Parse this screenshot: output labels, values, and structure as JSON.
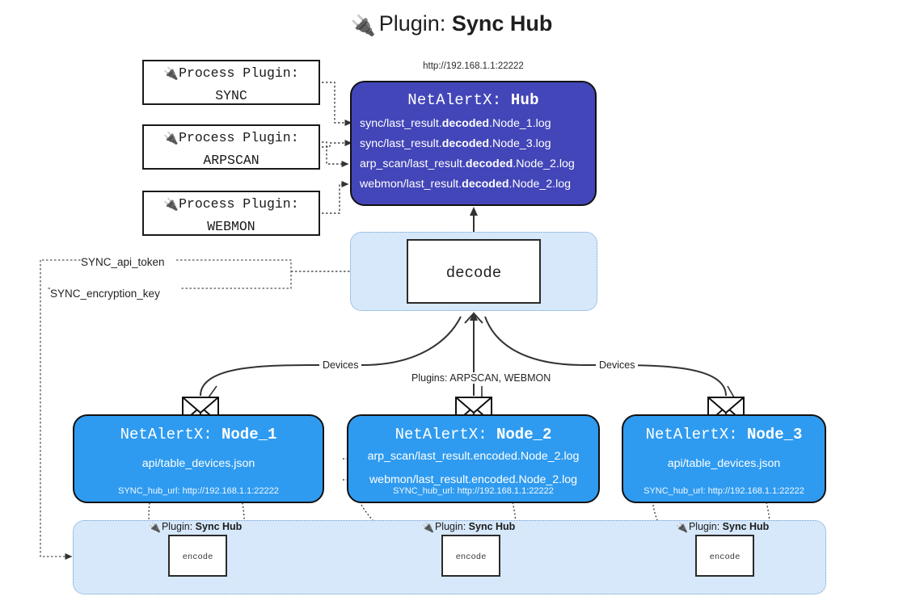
{
  "title": {
    "icon": "plug-icon",
    "prefix": "Plugin: ",
    "name": "Sync Hub"
  },
  "hub": {
    "url": "http://192.168.1.1:22222",
    "label_prefix": "NetAlertX: ",
    "label_name": "Hub",
    "logs": [
      {
        "pre": "sync/last_result.",
        "mid": "decoded",
        "post": ".Node_1.log"
      },
      {
        "pre": "sync/last_result.",
        "mid": "decoded",
        "post": ".Node_3.log"
      },
      {
        "pre": "arp_scan/last_result.",
        "mid": "decoded",
        "post": ".Node_2.log"
      },
      {
        "pre": "webmon/last_result.",
        "mid": "decoded",
        "post": ".Node_2.log"
      }
    ]
  },
  "process_plugins": [
    {
      "icon": "plug-icon",
      "line1": "Process Plugin:",
      "line2": "SYNC"
    },
    {
      "icon": "plug-icon",
      "line1": "Process Plugin:",
      "line2": "ARPSCAN"
    },
    {
      "icon": "plug-icon",
      "line1": "Process Plugin:",
      "line2": "WEBMON"
    }
  ],
  "decode": {
    "label": "decode"
  },
  "keys": [
    {
      "label": "SYNC_api_token"
    },
    {
      "label": "SYNC_encryption_key"
    }
  ],
  "edge_labels": {
    "left": "Devices",
    "middle": "Plugins: ARPSCAN, WEBMON",
    "right": "Devices"
  },
  "nodes": [
    {
      "icon": "envelope-icon",
      "label_prefix": "NetAlertX: ",
      "label_name": "Node_1",
      "lines": [
        "api/table_devices.json"
      ],
      "hub_url": "SYNC_hub_url: http://192.168.1.1:22222"
    },
    {
      "icon": "envelope-icon",
      "label_prefix": "NetAlertX: ",
      "label_name": "Node_2",
      "lines": [
        "arp_scan/last_result.encoded.Node_2.log",
        "webmon/last_result.encoded.Node_2.log"
      ],
      "hub_url": "SYNC_hub_url: http://192.168.1.1:22222"
    },
    {
      "icon": "envelope-icon",
      "label_prefix": "NetAlertX: ",
      "label_name": "Node_3",
      "lines": [
        "api/table_devices.json"
      ],
      "hub_url": "SYNC_hub_url: http://192.168.1.1:22222"
    }
  ],
  "encode_panels": [
    {
      "icon": "plug-icon",
      "label_prefix": "Plugin: ",
      "label_name": "Sync Hub",
      "box": "encode"
    },
    {
      "icon": "plug-icon",
      "label_prefix": "Plugin: ",
      "label_name": "Sync Hub",
      "box": "encode"
    },
    {
      "icon": "plug-icon",
      "label_prefix": "Plugin: ",
      "label_name": "Sync Hub",
      "box": "encode"
    }
  ],
  "colors": {
    "hub_fill": "#4346b8",
    "node_fill": "#2f9bf0",
    "panel_fill": "#d6e8fa",
    "panel_border": "#6f9fd0",
    "stroke": "#111111"
  }
}
